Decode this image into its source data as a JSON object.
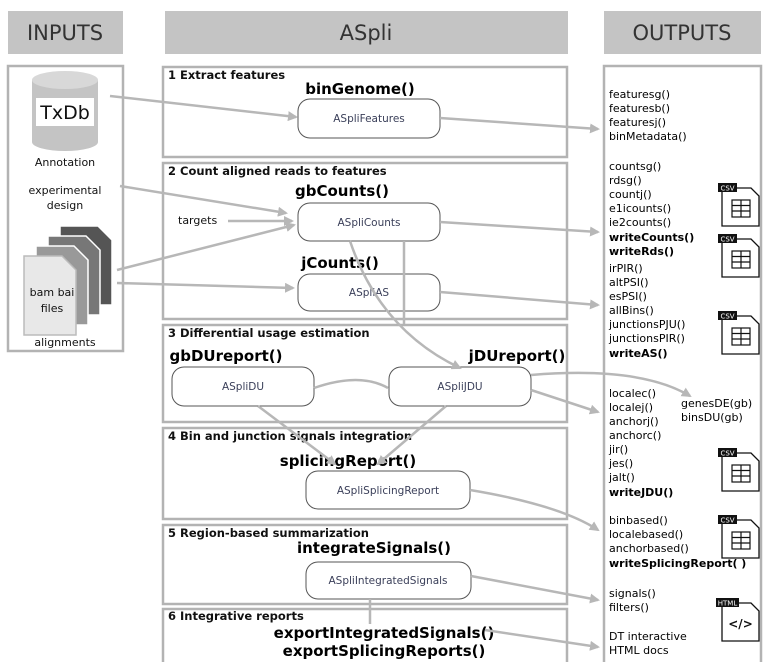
{
  "headers": {
    "inputs": "INPUTS",
    "aspli": "ASpli",
    "outputs": "OUTPUTS"
  },
  "inputs": {
    "txdb": "TxDb",
    "annotation": "Annotation",
    "experimental_line1": "experimental",
    "experimental_line2": "design",
    "targets": "targets",
    "bam_line1": "bam bai",
    "bam_line2": "files",
    "alignments": "alignments"
  },
  "steps": [
    {
      "title": "1 Extract features"
    },
    {
      "title": "2 Count aligned reads to features"
    },
    {
      "title": "3 Differential usage estimation"
    },
    {
      "title": "4 Bin and junction signals integration"
    },
    {
      "title": "5 Region-based summarization"
    },
    {
      "title": "6 Integrative reports"
    }
  ],
  "functions": {
    "binGenome": "binGenome()",
    "gbCounts": "gbCounts()",
    "jCounts": "jCounts()",
    "gbDUreport": "gbDUreport()",
    "jDUreport": "jDUreport()",
    "splicingReport": "splicingReport()",
    "integrateSignals": "integrateSignals()",
    "exportIntegratedSignals": "exportIntegratedSignals()",
    "exportSplicingReports": "exportSplicingReports()"
  },
  "objects": {
    "features": "ASpliFeatures",
    "counts": "ASpliCounts",
    "as": "ASpliAS",
    "du": "ASpliDU",
    "jdu": "ASpliJDU",
    "splicing": "ASpliSplicingReport",
    "integrated": "ASpliIntegratedSignals"
  },
  "outputs": {
    "group1": [
      "featuresg()",
      "featuresb()",
      "featuresj()",
      "binMetadata()"
    ],
    "group2": [
      "countsg()",
      "rdsg()",
      "countj()",
      "e1icounts()",
      "ie2counts()"
    ],
    "group2_bold": [
      "writeCounts()",
      "writeRds()"
    ],
    "group3": [
      "irPIR()",
      "altPSI()",
      "esPSI()",
      "allBins()",
      "junctionsPJU()",
      "junctionsPIR()"
    ],
    "group3_bold": "writeAS()",
    "group4": [
      "localec()",
      "localej()",
      "anchorj()",
      "anchorc()",
      "jir()",
      "jes()",
      "jalt()"
    ],
    "group4_bold": "writeJDU()",
    "group5": [
      "binbased()",
      "localebased()",
      "anchorbased()"
    ],
    "group5_bold": "writeSplicingReport( )",
    "group6": [
      "signals()",
      "filters()"
    ],
    "group7": [
      "DT interactive",
      "HTML docs"
    ],
    "side": [
      "genesDE(gb)",
      "binsDU(gb)"
    ]
  },
  "file_badges": {
    "csv": "CSV",
    "html": "HTML",
    "code": "</>"
  },
  "colors": {
    "header": "#c4c4c4",
    "panel_border": "#b3b3b3",
    "arrow": "#b7b7b7",
    "object_text": "#3a3f59"
  }
}
